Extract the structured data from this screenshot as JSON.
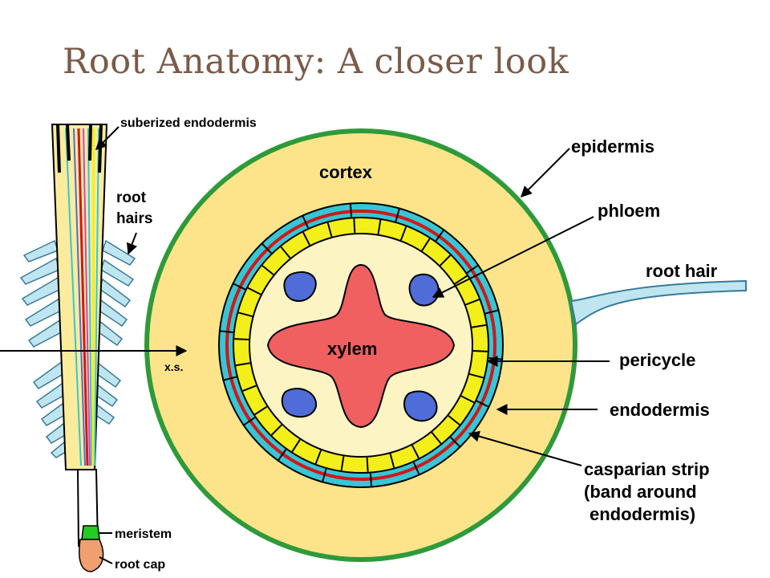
{
  "title": "Root Anatomy: A closer look",
  "labels": {
    "suberized_endodermis": "suberized endodermis",
    "root_hairs_line1": "root",
    "root_hairs_line2": "hairs",
    "xs": "x.s.",
    "meristem": "meristem",
    "root_cap": "root cap",
    "cortex": "cortex",
    "xylem": "xylem",
    "epidermis": "epidermis",
    "phloem": "phloem",
    "root_hair": "root hair",
    "pericycle": "pericycle",
    "endodermis": "endodermis",
    "casparian_line1": "casparian strip",
    "casparian_line2": "(band around",
    "casparian_line3": "endodermis)"
  },
  "colors": {
    "title": "#7a5a48",
    "cortex": "#fde48a",
    "epidermis": "#2e9a3a",
    "endodermis_ring": "#36c6d6",
    "casparian": "#d01818",
    "pericycle_ring": "#f3ef1a",
    "stele": "#fdf4c4",
    "xylem": "#f06060",
    "phloem": "#4f6cd8",
    "root_hair": "#bfe6f0",
    "meristem": "#22cc22",
    "root_cap": "#f0a070"
  }
}
